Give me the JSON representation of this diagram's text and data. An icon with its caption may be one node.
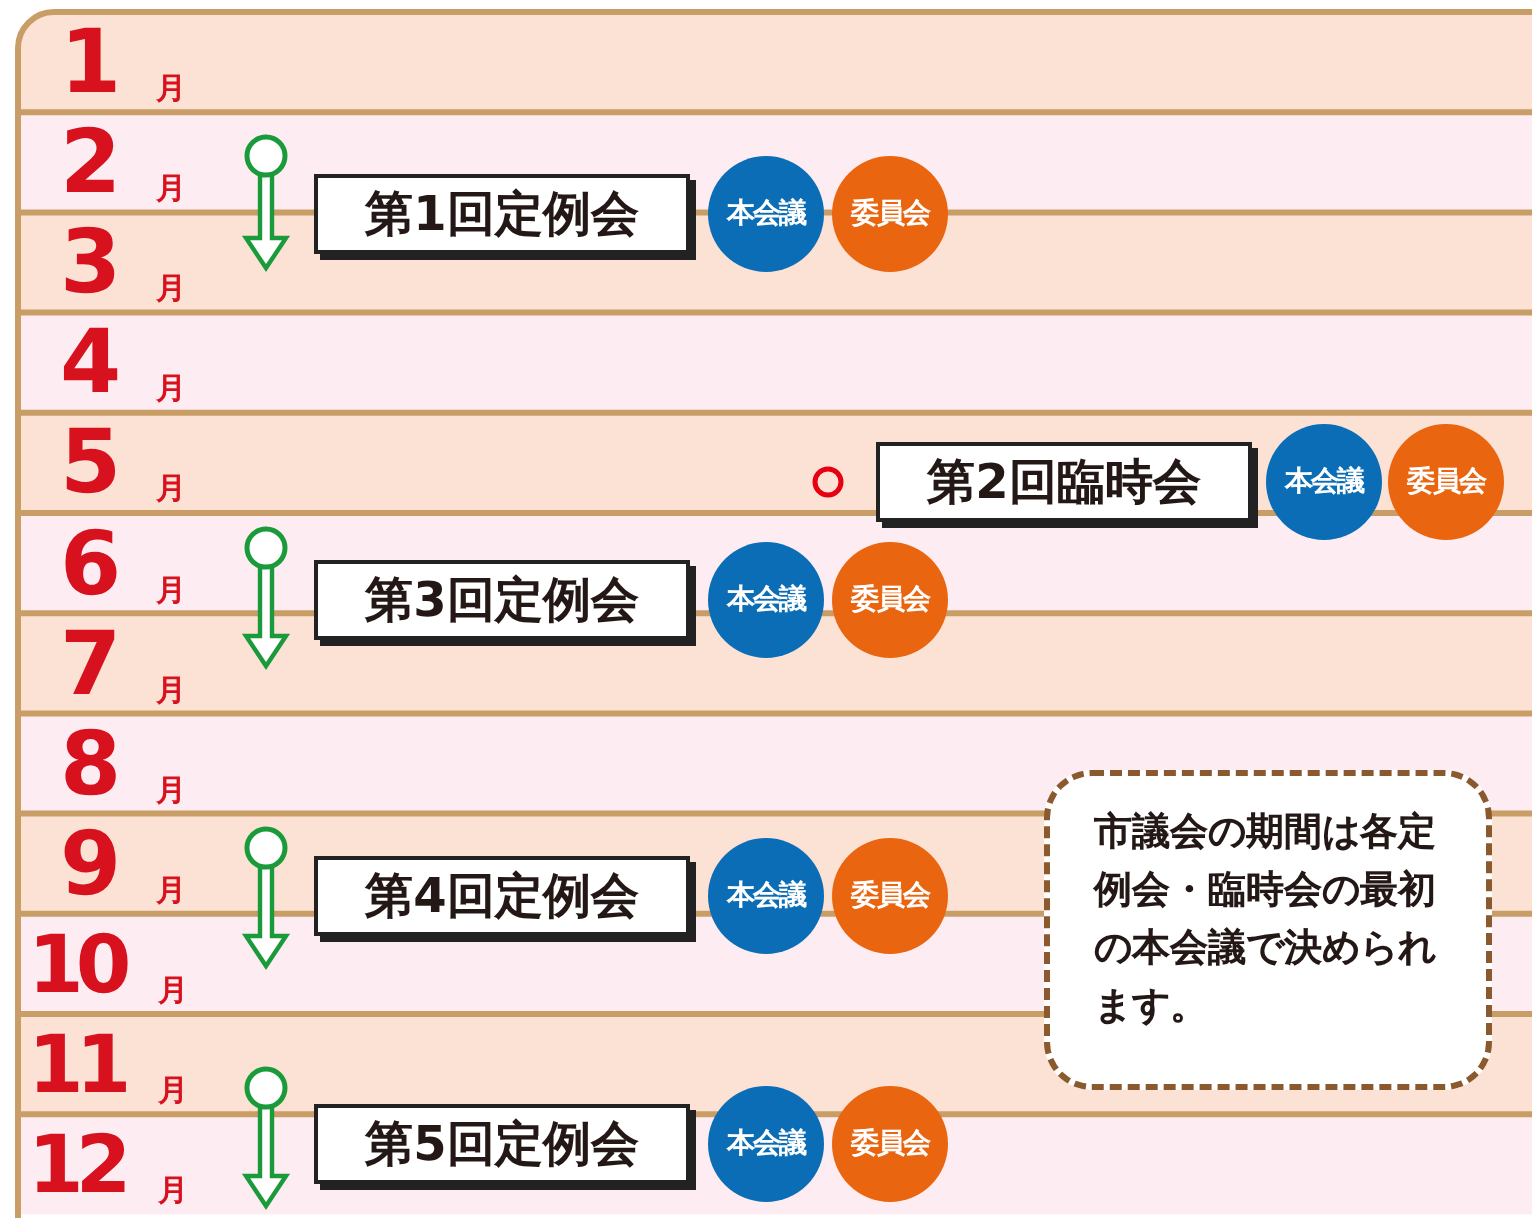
{
  "diagram": {
    "nodes": [
      {
        "text": [
          "第1回定例会"
        ]
      },
      {
        "text": [
          "本会議"
        ]
      },
      {
        "text": [
          "委員会"
        ]
      },
      {
        "text": [
          "第2回臨時会"
        ]
      },
      {
        "text": [
          "本会議"
        ]
      },
      {
        "text": [
          "委員会"
        ]
      },
      {
        "text": [
          "第3回定例会"
        ]
      },
      {
        "text": [
          "本会議"
        ]
      },
      {
        "text": [
          "委員会"
        ]
      },
      {
        "text": [
          "第4回定例会"
        ]
      },
      {
        "text": [
          "本会議"
        ]
      },
      {
        "text": [
          "委員会"
        ]
      },
      {
        "text": [
          "第5回定例会"
        ]
      },
      {
        "text": [
          "本会議"
        ]
      },
      {
        "text": [
          "委員会"
        ]
      },
      {
        "text": [
          "市議会の期間は各定例会・臨時会の最初の本会議で決められます。"
        ]
      }
    ],
    "labels": [
      "1",
      "月",
      "2",
      "月",
      "3",
      "月",
      "4",
      "月",
      "5",
      "月",
      "6",
      "月",
      "7",
      "月",
      "8",
      "月",
      "9",
      "月",
      "10",
      "月",
      "11",
      "月",
      "12",
      "月"
    ]
  }
}
